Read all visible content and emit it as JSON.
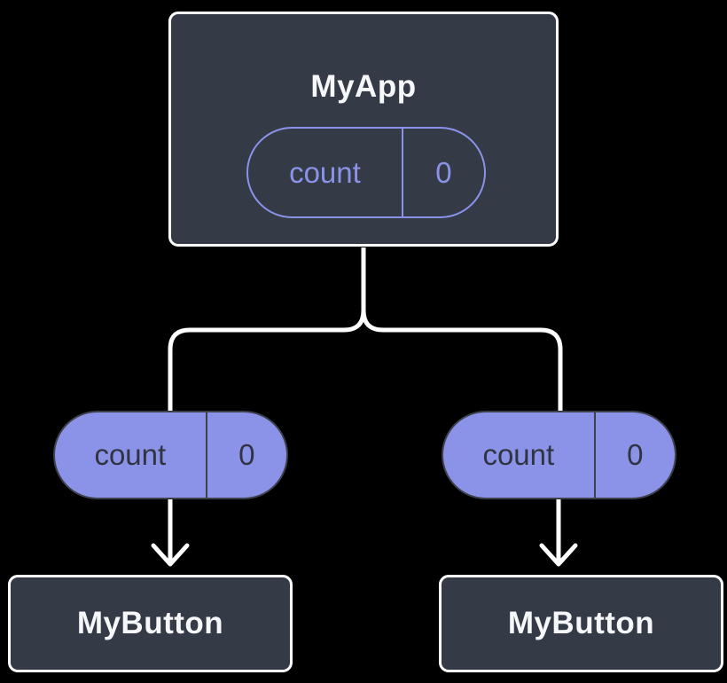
{
  "diagram": {
    "type": "component-tree",
    "background": "#000000",
    "colors": {
      "node_fill": "#343a46",
      "node_border": "#ffffff",
      "node_text": "#f6f7f9",
      "accent_purple": "#8b93e8",
      "pill_dark_text": "#2f3440",
      "pill_dark_border": "#3d414b",
      "connector": "#ffffff"
    },
    "root": {
      "label": "MyApp",
      "state": {
        "name": "count",
        "value": "0"
      }
    },
    "children": [
      {
        "label": "MyButton",
        "prop": {
          "name": "count",
          "value": "0"
        }
      },
      {
        "label": "MyButton",
        "prop": {
          "name": "count",
          "value": "0"
        }
      }
    ]
  }
}
